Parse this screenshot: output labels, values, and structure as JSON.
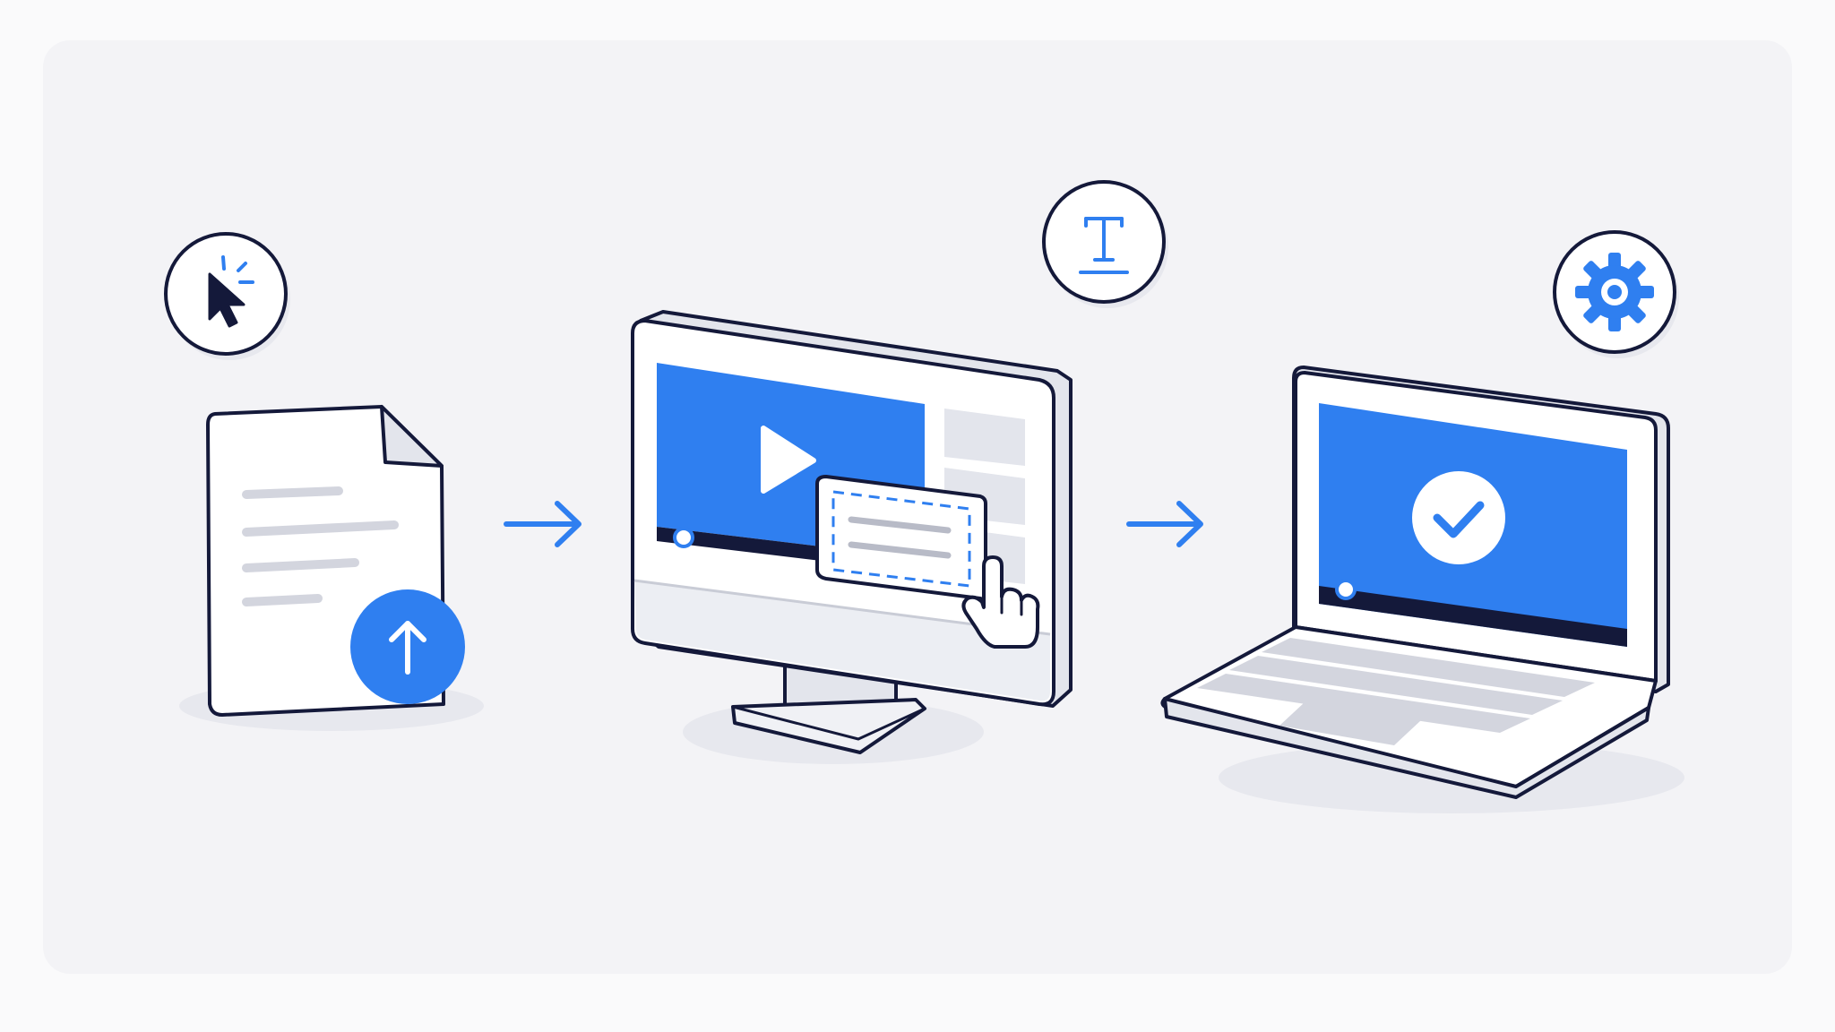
{
  "colors": {
    "page_background": "#fafafb",
    "card_background": "#f3f3f6",
    "outline": "#14193a",
    "accent_blue": "#2f7ff0",
    "light_blue": "#dbe8fd",
    "placeholder_gray": "#d3d5de",
    "shadow": "#e7e8ee",
    "white": "#ffffff"
  },
  "steps": [
    {
      "id": "upload",
      "device": "document",
      "badge_icon": "cursor-click-icon",
      "action_icon": "upload-arrow-icon"
    },
    {
      "id": "edit",
      "device": "desktop-monitor",
      "badge_icon": "text-tool-icon",
      "action_icon": "pointer-hand-icon",
      "screen_icon": "play-icon"
    },
    {
      "id": "export",
      "device": "laptop",
      "badge_icon": "gear-icon",
      "screen_icon": "checkmark-icon"
    }
  ],
  "connectors": [
    {
      "from": "upload",
      "to": "edit",
      "icon": "arrow-right-icon"
    },
    {
      "from": "edit",
      "to": "export",
      "icon": "arrow-right-icon"
    }
  ]
}
